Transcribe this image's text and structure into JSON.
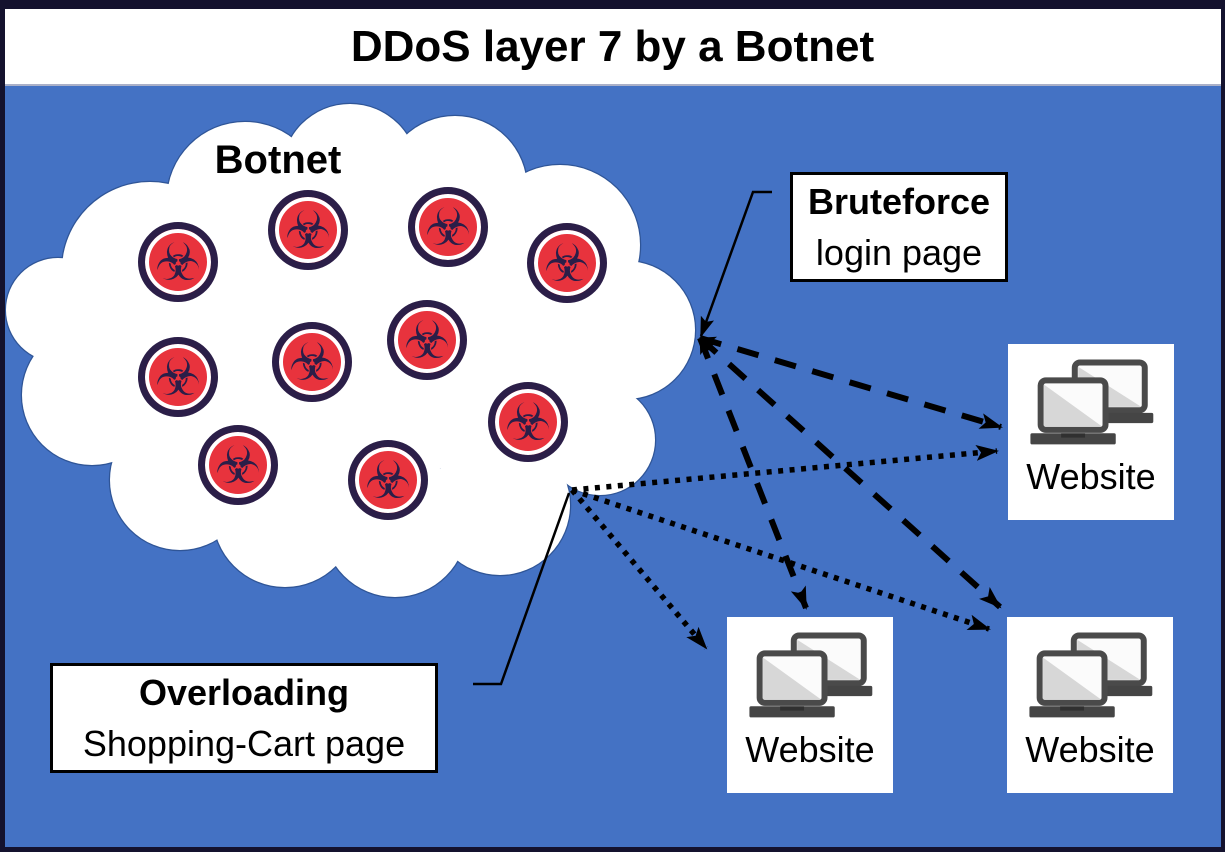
{
  "header": {
    "title": "DDoS layer 7 by a Botnet"
  },
  "cloud": {
    "label": "Botnet"
  },
  "bots": {
    "icon_name": "biohazard-icon",
    "glyph": "☣",
    "count": 10
  },
  "callouts": {
    "bruteforce": {
      "line1": "Bruteforce",
      "line2": "login page",
      "arrow_style": "dashed"
    },
    "overloading": {
      "line1": "Overloading",
      "line2": "Shopping-Cart page",
      "arrow_style": "dotted"
    }
  },
  "websites": [
    {
      "label": "Website",
      "icon": "dual-laptops-icon"
    },
    {
      "label": "Website",
      "icon": "dual-laptops-icon"
    },
    {
      "label": "Website",
      "icon": "dual-laptops-icon"
    }
  ],
  "arrows": {
    "dashed_targets": [
      "website-top",
      "website-bottom-left",
      "website-bottom-right"
    ],
    "dotted_targets": [
      "website-top",
      "website-bottom-left",
      "website-bottom-right"
    ]
  },
  "colors": {
    "background": "#4472c4",
    "cloud_outline": "#2f5597",
    "bot_red": "#e8333d",
    "bot_ring": "#2b1e48",
    "frame": "#14122e"
  }
}
